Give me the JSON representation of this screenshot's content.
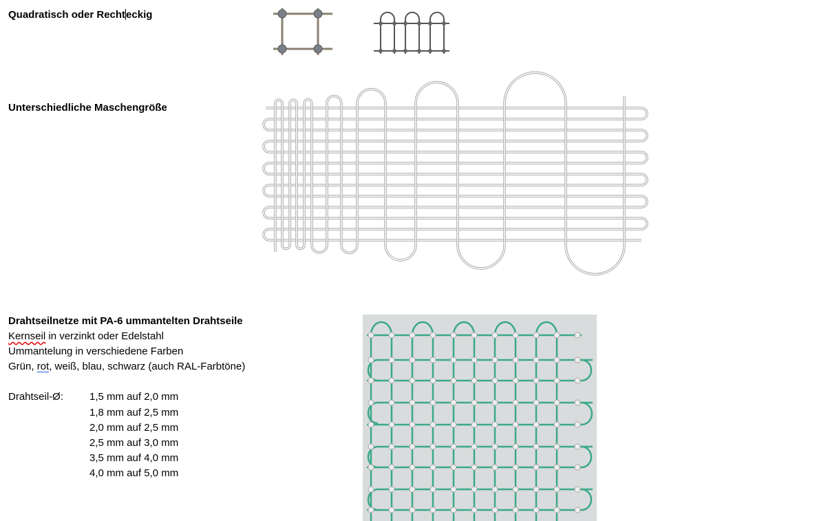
{
  "sections": {
    "s1": {
      "title_a": "Quadratisch oder Recht",
      "title_b": "eckig"
    },
    "s2": {
      "title": "Unterschiedliche Maschengröße"
    },
    "s3": {
      "title": "Drahtseilnetze mit PA-6 ummantelten Drahtseile",
      "line1_a": "Kernseil",
      "line1_b": " in verzinkt oder Edelstahl",
      "line2": "Ummantelung in verschiedene Farben",
      "line3_a": "Grün, ",
      "line3_b": "rot",
      "line3_c": ", weiß, blau, schwarz (auch RAL-Farbtöne)",
      "diam_label": "Drahtseil-Ø:",
      "diameters": [
        "1,5 mm auf 2,0 mm",
        "1,8 mm auf 2,5 mm",
        "2,0 mm auf 2,5 mm",
        "2,5 mm auf 3,0 mm",
        "3,5 mm auf 4,0 mm",
        "4,0 mm auf 5,0 mm"
      ]
    }
  },
  "colors": {
    "wire": "#a8a8a8",
    "rope": "#3aa88a",
    "net_bg": "#d9dcdc"
  }
}
